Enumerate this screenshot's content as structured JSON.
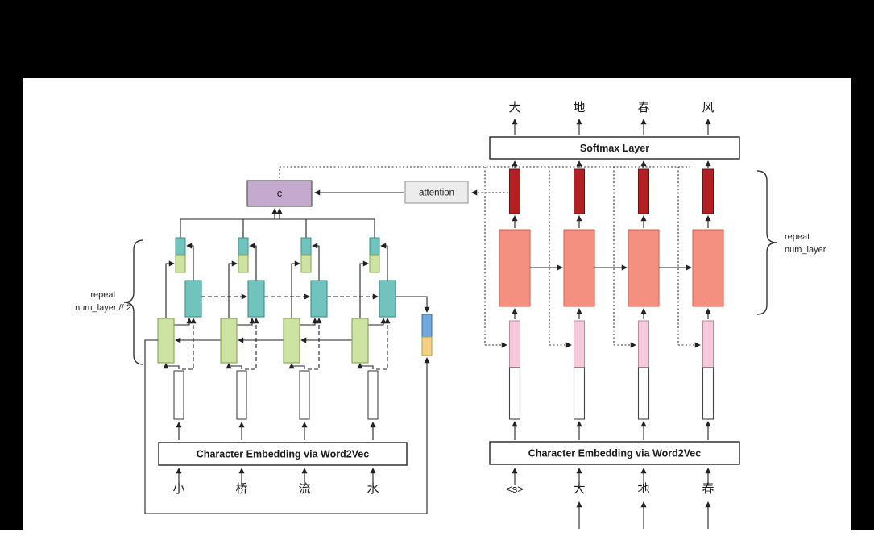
{
  "colors": {
    "green": "#cde3a1",
    "teal": "#71c3bd",
    "purple": "#c5aad0",
    "attention_gray": "#ececec",
    "dark_red": "#b41f24",
    "salmon": "#f4907f",
    "pink": "#f5c9da",
    "blue": "#6fa8dc",
    "yellow": "#f5d080",
    "white": "#ffffff"
  },
  "encoder": {
    "embedding_label": "Character Embedding via Word2Vec",
    "inputs": [
      "小",
      "桥",
      "流",
      "水"
    ],
    "repeat": {
      "line1": "repeat",
      "line2": "num_layer // 2"
    }
  },
  "decoder": {
    "embedding_label": "Character Embedding via Word2Vec",
    "softmax_label": "Softmax Layer",
    "inputs": [
      "<s>",
      "大",
      "地",
      "春"
    ],
    "outputs": [
      "大",
      "地",
      "春",
      "风"
    ],
    "repeat": {
      "line1": "repeat",
      "line2": "num_layer"
    }
  },
  "context": {
    "label": "c"
  },
  "attention": {
    "label": "attention"
  }
}
